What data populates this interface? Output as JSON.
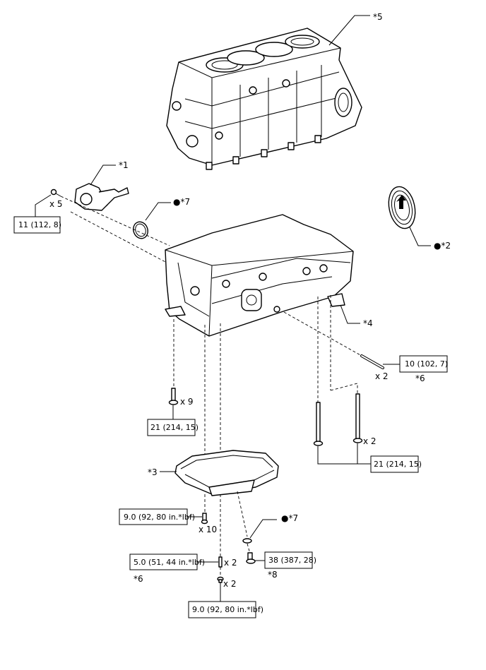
{
  "callouts": {
    "c5": "*5",
    "c1": "*1",
    "c7a": "●*7",
    "c2": "●*2",
    "c4": "*4",
    "c6a": "*6",
    "c3": "*3",
    "c7b": "●*7",
    "c8": "*8",
    "c6b": "*6"
  },
  "quantities": {
    "q_x5": "x 5",
    "q_x9": "x 9",
    "q_x2_pin": "x 2",
    "q_x2_longbolt": "x 2",
    "q_x10": "x 10",
    "q_x2_stud": "x 2",
    "q_x2_small": "x 2"
  },
  "torques": {
    "t_11": "11 (112, 8)",
    "t_10": "10 (102, 7)",
    "t_21a": "21 (214, 15)",
    "t_21b": "21 (214, 15)",
    "t_9a": "9.0 (92, 80 in.*lbf)",
    "t_5": "5.0 (51, 44 in.*lbf)",
    "t_38": "38 (387, 28)",
    "t_9b": "9.0 (92, 80 in.*lbf)"
  },
  "parts": [
    "cylinder-block-icon",
    "crankcase-icon",
    "oil-pump-icon",
    "o-ring-icon",
    "oil-seal-icon",
    "oil-pan-icon",
    "bolt-icon",
    "stud-bolt-icon",
    "drain-plug-icon",
    "gasket-icon",
    "dowel-pin-icon"
  ]
}
